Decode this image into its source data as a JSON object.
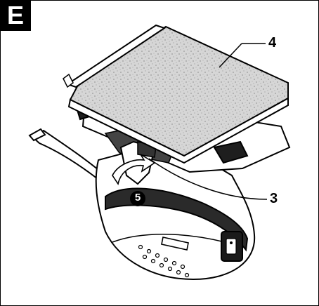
{
  "figure": {
    "label": "E",
    "callouts": {
      "pad": "4",
      "lever": "3",
      "arrow": "5"
    }
  }
}
